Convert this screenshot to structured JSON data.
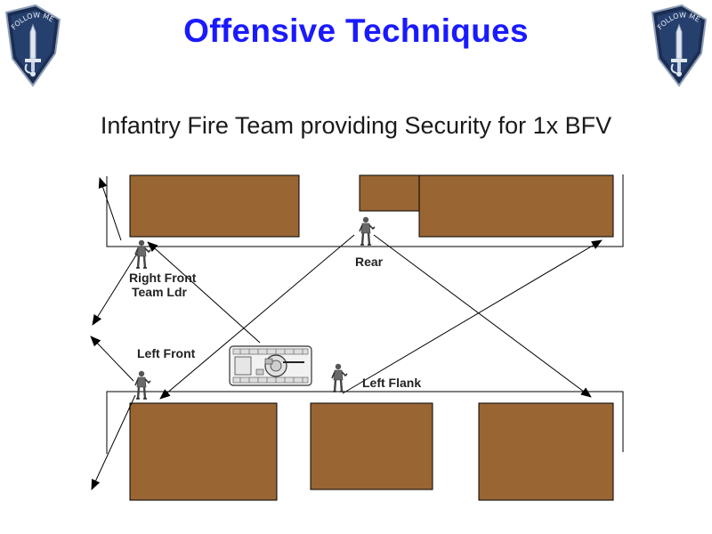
{
  "title": "Offensive Techniques",
  "subtitle": "Infantry Fire Team providing Security for 1x BFV",
  "logo": {
    "text": "FOLLOW ME",
    "icon": "follow-me-sword-shield-icon",
    "color": "#1b2d52"
  },
  "labels": {
    "right_front": "Right Front",
    "team_ldr": "Team Ldr",
    "rear": "Rear",
    "left_front": "Left Front",
    "left_flank": "Left Flank"
  },
  "colors": {
    "building": "#996633",
    "title": "#1a1aff",
    "line": "#000000"
  }
}
